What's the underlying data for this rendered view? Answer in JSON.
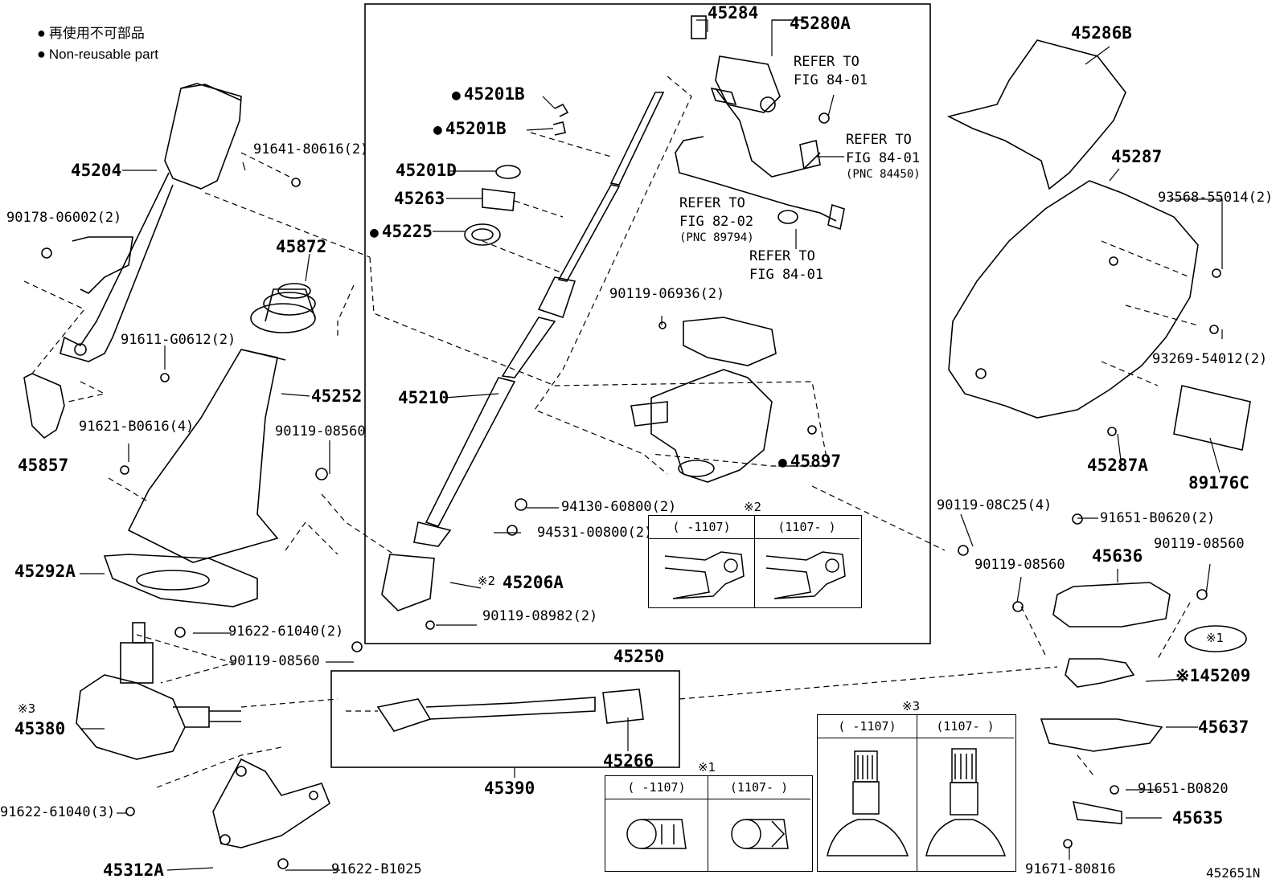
{
  "legend": {
    "jp": "再使用不可部品",
    "en": "Non-reusable part"
  },
  "labels": {
    "p45284": "45284",
    "p45280A": "45280A",
    "ref_841_a_1": "REFER TO",
    "ref_841_a_2": "FIG 84-01",
    "ref_841_b_1": "REFER TO",
    "ref_841_b_2": "FIG 84-01",
    "ref_841_b_3": "(PNC 84450)",
    "ref_822_1": "REFER TO",
    "ref_822_2": "FIG 82-02",
    "ref_822_3": "(PNC 89794)",
    "ref_841_c_1": "REFER TO",
    "ref_841_c_2": "FIG 84-01",
    "p45201B_1": "45201B",
    "p45201B_2": "45201B",
    "p45201D": "45201D",
    "p45263": "45263",
    "p45225": "45225",
    "p45210": "45210",
    "p90119_06936": "90119-06936(2)",
    "p45897": "45897",
    "p94130": "94130-60800(2)",
    "p94531": "94531-00800(2)",
    "p45206A": "45206A",
    "p45206A_mark": "※2",
    "p90119_08982": "90119-08982(2)",
    "p45250": "45250",
    "p45204": "45204",
    "p91641": "91641-80616(2)",
    "p90178": "90178-06002(2)",
    "p45872": "45872",
    "p91611": "91611-G0612(2)",
    "p45252": "45252",
    "p45857": "45857",
    "p91621": "91621-B0616(4)",
    "p90119_08560_a": "90119-08560",
    "p45292A": "45292A",
    "p91622_61040_2": "91622-61040(2)",
    "p90119_08560_b": "90119-08560",
    "p45380_mark": "※3",
    "p45380": "45380",
    "p45266": "45266",
    "p45390": "45390",
    "p91622_61040_3": "91622-61040(3)",
    "p45312A": "45312A",
    "p91622_B1025": "91622-B1025",
    "p45286B": "45286B",
    "p45287": "45287",
    "p93568": "93568-55014(2)",
    "p93269": "93269-54012(2)",
    "p45287A": "45287A",
    "p89176C": "89176C",
    "p90119_08C25": "90119-08C25(4)",
    "p91651_B0620": "91651-B0620(2)",
    "p45636": "45636",
    "p90119_08560_c": "90119-08560",
    "p90119_08560_d": "90119-08560",
    "p45209_mark": "※1",
    "p45209": "※145209",
    "p45637": "45637",
    "p91651_B0820": "91651-B0820",
    "p45635": "45635",
    "p91671": "91671-80816",
    "figure_id": "452651N"
  },
  "tables": {
    "t2": {
      "mark": "※2",
      "col1": "(   -1107)",
      "col2": "(1107-   )"
    },
    "t1": {
      "mark": "※1",
      "col1": "(   -1107)",
      "col2": "(1107-   )"
    },
    "t3": {
      "mark": "※3",
      "col1": "(   -1107)",
      "col2": "(1107-   )"
    }
  }
}
